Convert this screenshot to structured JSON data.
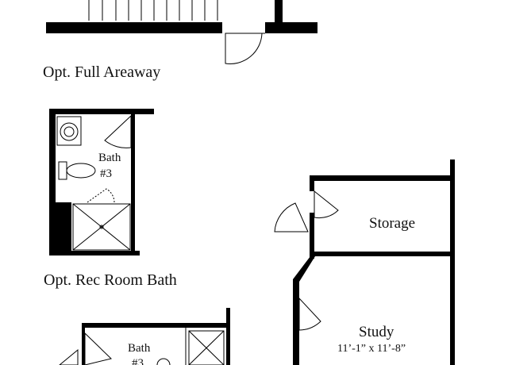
{
  "labels": {
    "opt_full_areaway": "Opt. Full Areaway",
    "opt_rec_room_bath": "Opt. Rec Room Bath",
    "bath3_name": "Bath",
    "bath3_number": "#3",
    "bath_lower_name": "Bath",
    "bath_lower_number": "#3",
    "storage": "Storage",
    "study": "Study",
    "study_dimensions": "11’-1” x 11’-8”"
  },
  "colors": {
    "wall": "#000000",
    "text": "#111111",
    "background": "#ffffff"
  }
}
